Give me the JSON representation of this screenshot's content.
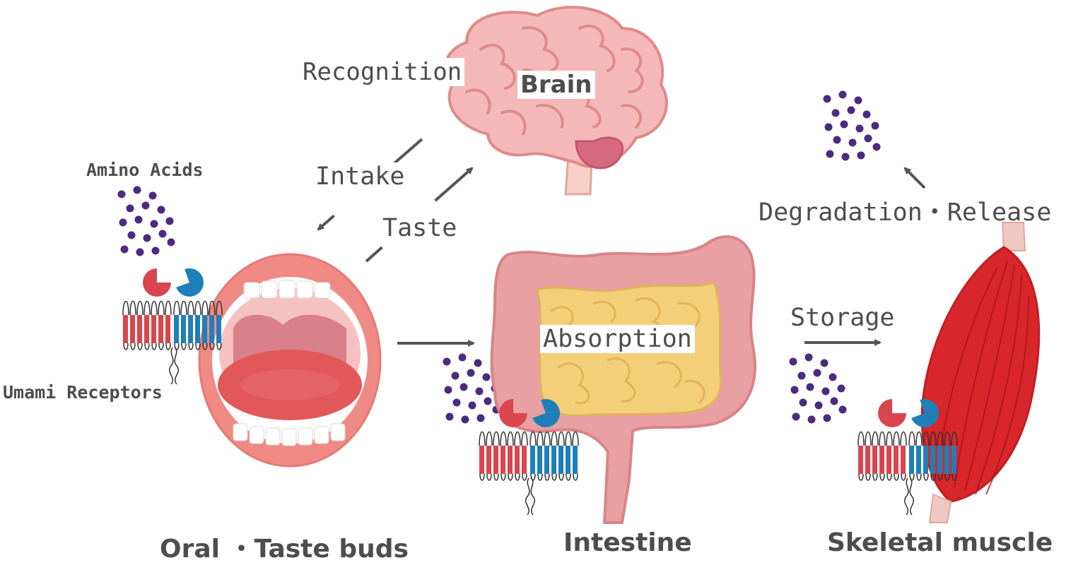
{
  "labels": {
    "recognition": "Recognition",
    "brain": "Brain",
    "amino_acids": "Amino Acids",
    "intake": "Intake",
    "taste": "Taste",
    "umami_receptors": "Umami Receptors",
    "absorption": "Absorption",
    "storage": "Storage",
    "degradation_release": "Degradation・Release",
    "oral_taste_buds": "Oral ・Taste buds",
    "intestine": "Intestine",
    "skeletal_muscle": "Skeletal muscle"
  },
  "colors": {
    "text": "#4d4d4d",
    "arrow": "#555555",
    "brain_fill": "#f4b8b8",
    "brain_line": "#e08a8a",
    "mouth_lip": "#ef8a85",
    "tongue": "#e2585a",
    "intestine_outer": "#e9a0a3",
    "intestine_inner": "#f2cf78",
    "muscle": "#d9262b",
    "receptor_red": "#d9464e",
    "receptor_blue": "#1f7fb8",
    "dots": "#4b2b7f"
  }
}
